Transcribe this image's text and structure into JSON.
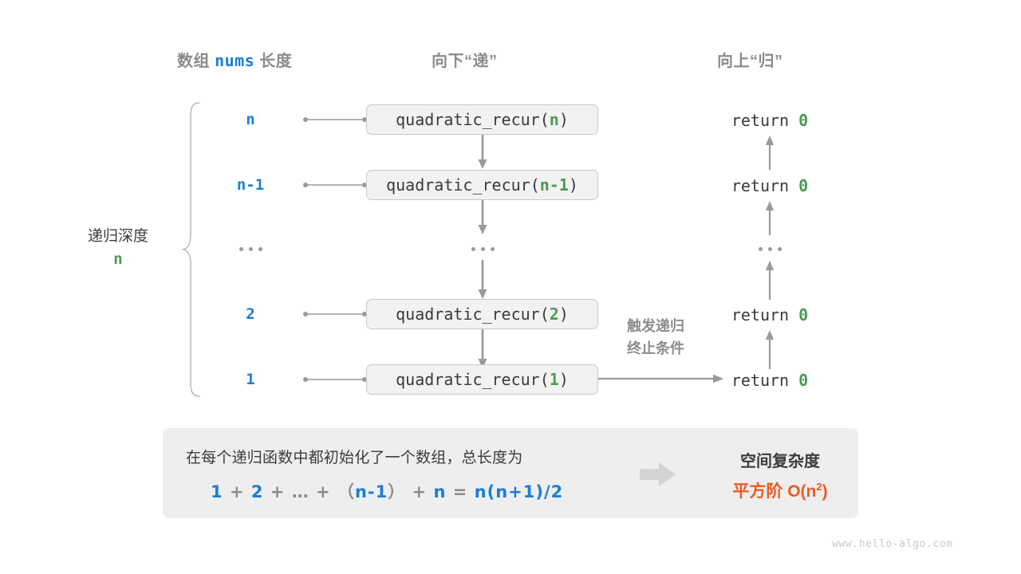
{
  "headers": {
    "left_prefix": "数组",
    "left_mono": "nums",
    "left_suffix": "长度",
    "middle": "向下“递”",
    "right": "向上“归”"
  },
  "depth": {
    "label": "递归深度",
    "value": "n"
  },
  "rows": [
    {
      "length": "n",
      "call_name": "quadratic_recur",
      "call_arg": "n",
      "return": "return",
      "return_value": "0"
    },
    {
      "length": "n-1",
      "call_name": "quadratic_recur",
      "call_arg": "n-1",
      "return": "return",
      "return_value": "0"
    },
    {
      "length": "...",
      "call_name": "...",
      "call_arg": "",
      "return": "...",
      "return_value": ""
    },
    {
      "length": "2",
      "call_name": "quadratic_recur",
      "call_arg": "2",
      "return": "return",
      "return_value": "0"
    },
    {
      "length": "1",
      "call_name": "quadratic_recur",
      "call_arg": "1",
      "return": "return",
      "return_value": "0"
    }
  ],
  "terminate_note": {
    "line1": "触发递归",
    "line2": "终止条件"
  },
  "summary": {
    "text": "在每个递归函数中都初始化了一个数组，总长度为",
    "formula": {
      "t1": "1",
      "op1": "+",
      "t2": "2",
      "op2": "+",
      "ell": "…",
      "op3": "+",
      "lp": "（",
      "t3": "n-1",
      "rp": "）",
      "op4": "+",
      "t4": "n",
      "eq": "=",
      "result": "n(n+1)/2"
    },
    "arrow_icon": "right-arrow-icon",
    "title": "空间复杂度",
    "value_prefix": "平方阶",
    "value_big_o": "O(n",
    "value_exp": "2",
    "value_close": ")"
  },
  "watermark": "www.hello-algo.com",
  "colors": {
    "blue": "#1a7fd4",
    "green": "#4a9b52",
    "orange": "#ee5a1f",
    "gray": "#8c8c8c",
    "box_fill": "#f2f2f2",
    "box_border": "#c9c9c9",
    "panel_fill": "#eeeeee"
  }
}
